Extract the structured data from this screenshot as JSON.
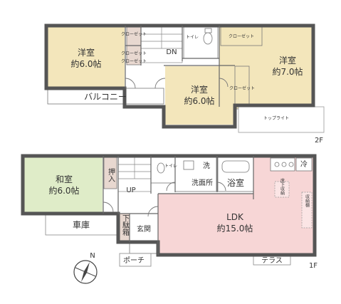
{
  "colors": {
    "western_room": "#f3e6bb",
    "japanese_room": "#dfecc8",
    "ldk": "#f7d6d6",
    "wall": "#555555",
    "closet": "#e8d8d0"
  },
  "floor2": {
    "floor_label": "2F",
    "room1": {
      "name": "洋室",
      "size": "約6.0帖"
    },
    "room2": {
      "name": "洋室",
      "size": "約6.0帖"
    },
    "room3": {
      "name": "洋室",
      "size": "約7.0帖"
    },
    "closet_a": "クローゼット",
    "closet_b": "クローゼット",
    "closet_c": "クローゼット",
    "closet_d": "クローゼット",
    "closet_e": "クローゼット",
    "toilet": "トイレ",
    "stairs": "DN",
    "balcony": "バルコニー",
    "skylight": "トップライト"
  },
  "floor1": {
    "floor_label": "1F",
    "japanese": {
      "name": "和室",
      "size": "約6.0帖"
    },
    "ldk": {
      "name": "LDK",
      "size": "約15.0帖"
    },
    "oshiire": "押入",
    "toilet": "トイレ",
    "wash": "洗",
    "washroom": "洗面所",
    "bath": "浴室",
    "stairs": "UP",
    "entrance": "玄関",
    "shoe_box": "下駄箱",
    "garage": "車庫",
    "porch": "ポーチ",
    "terrace": "テラス",
    "fridge": "冷",
    "floor_storage": "床下収納",
    "storage": "収納棚"
  },
  "compass": {
    "north": "N"
  }
}
